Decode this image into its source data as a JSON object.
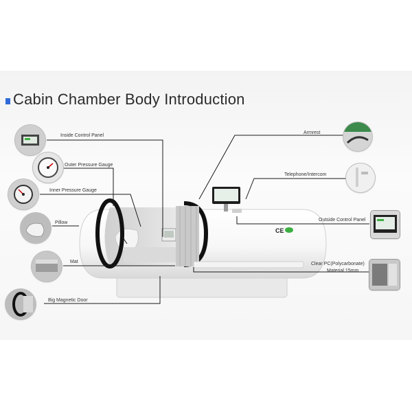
{
  "title": "Cabin Chamber Body Introduction",
  "colors": {
    "accent": "#2f6ad8",
    "line": "#1a1a1a",
    "label_text": "#333333",
    "badge_green": "#3cb043"
  },
  "marks": {
    "ce": "CE"
  },
  "labels": {
    "inside_control_panel": "Inside Control Panel",
    "outer_pressure_gauge": "Outer Pressure Gauge",
    "inner_pressure_gauge": "Inner Pressure Gauge",
    "pillow": "Pillow",
    "mat": "Mat",
    "big_magnetic_door": "Big Magnetic Door",
    "armrest": "Armrest",
    "telephone_intercom": "Telephone/Intercom",
    "outside_control_panel": "Outside Control Panel",
    "clear_pc_line1": "Clear PC(Polycarbonate)",
    "clear_pc_line2": "Material 15mm"
  },
  "icons": [
    "control-panel-icon",
    "gauge-icon",
    "gauge-icon",
    "pillow-icon",
    "mat-icon",
    "door-icon",
    "armrest-icon",
    "intercom-icon",
    "control-panel-icon",
    "pc-panel-icon"
  ]
}
